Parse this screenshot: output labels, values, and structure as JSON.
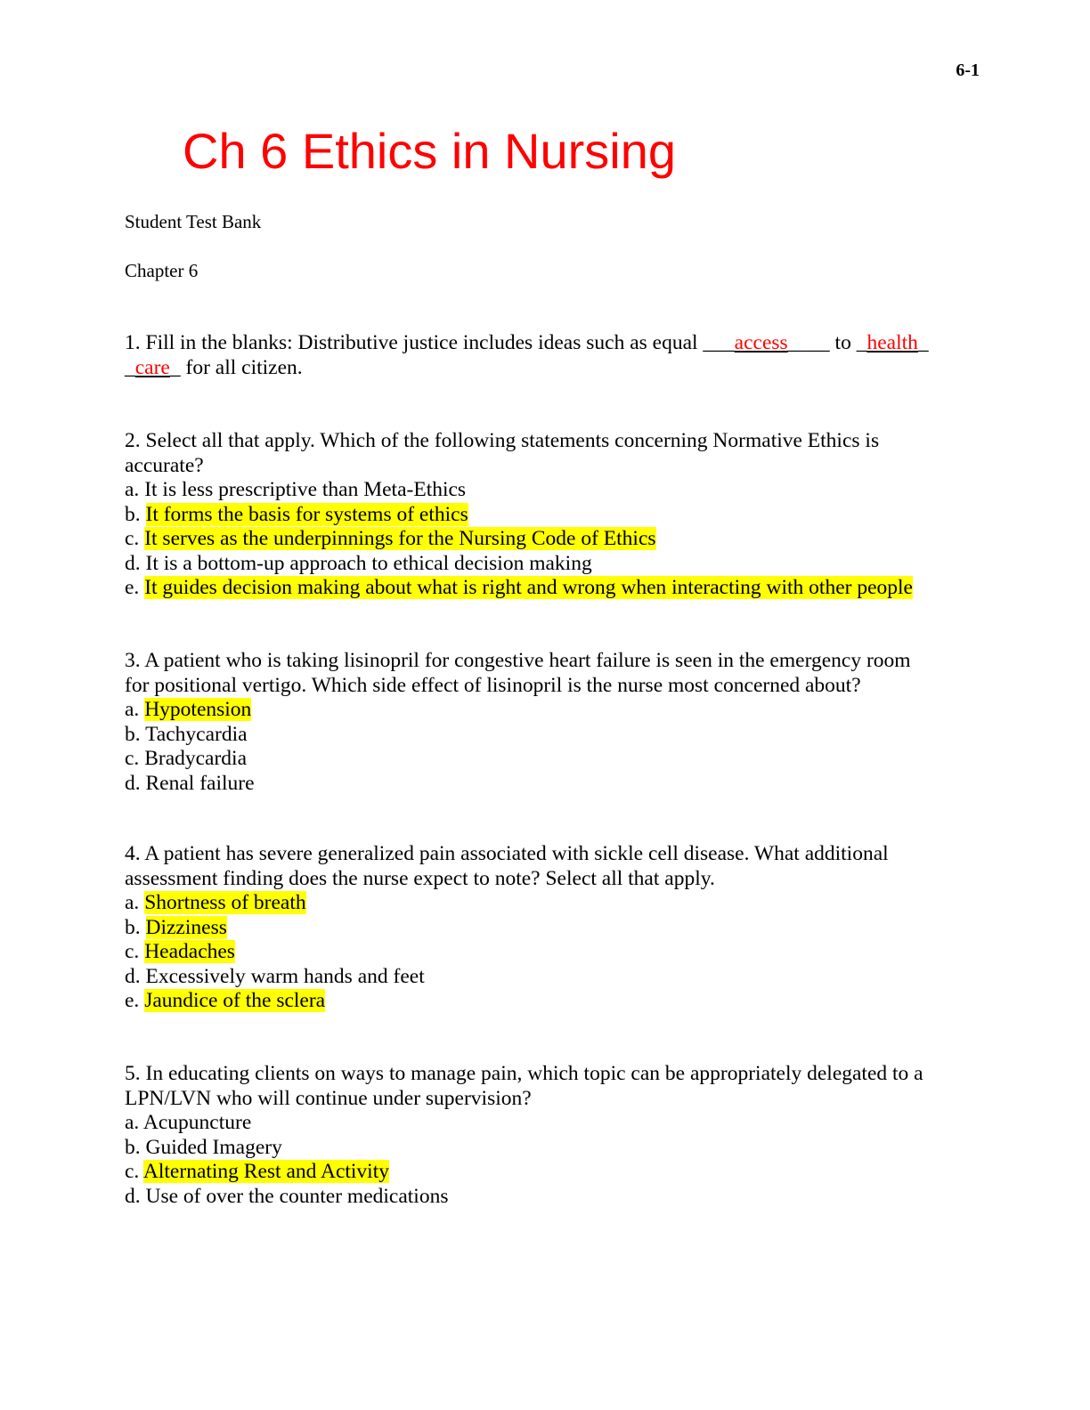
{
  "page": {
    "page_number": "6-1",
    "title": "Ch 6 Ethics in Nursing",
    "title_color": "#ff0000",
    "highlight_color": "#ffff00",
    "answer_color": "#ff0000",
    "subtitle": "Student Test Bank",
    "chapter": "Chapter 6"
  },
  "questions": [
    {
      "number": "1.",
      "stem_part1": "1. Fill in the blanks:  Distributive justice includes ideas such as equal ",
      "blank1_pre": "___",
      "blank1_answer": "access",
      "blank1_post": "____",
      "stem_mid": " to ",
      "blank2_pre": "_",
      "blank2_answer": "health",
      "blank2_post": "_",
      "line2_pre": "_",
      "line2_answer": "care",
      "line2_post": "_",
      "line2_rest": " for all citizen."
    },
    {
      "number": "2.",
      "stem_line1": "2. Select all that apply.  Which of the following statements concerning Normative Ethics is",
      "stem_line2": "accurate?",
      "options": [
        {
          "letter": "a.",
          "text": "It is less prescriptive than Meta-Ethics",
          "highlighted": false
        },
        {
          "letter": "b.",
          "text": "It forms the basis for systems of ethics",
          "highlighted": true
        },
        {
          "letter": "c.",
          "text": "It serves as the underpinnings for the Nursing Code of Ethics",
          "highlighted": true
        },
        {
          "letter": "d.",
          "text": "It is a bottom-up approach to ethical decision making",
          "highlighted": false
        },
        {
          "letter": "e.",
          "text": "It guides decision making about what is right and wrong when interacting with other people",
          "highlighted": true
        }
      ]
    },
    {
      "number": "3.",
      "stem_line1": "3. A patient who is taking lisinopril for congestive heart failure is seen in the emergency room",
      "stem_line2": "for positional vertigo. Which side effect of lisinopril is the nurse most concerned about?",
      "options": [
        {
          "letter": "a.",
          "text": "Hypotension",
          "highlighted": true
        },
        {
          "letter": "b.",
          "text": "Tachycardia",
          "highlighted": false
        },
        {
          "letter": "c.",
          "text": "Bradycardia",
          "highlighted": false
        },
        {
          "letter": "d.",
          "text": "Renal failure",
          "highlighted": false
        }
      ]
    },
    {
      "number": "4.",
      "stem_line1": "4. A patient has severe generalized pain associated with sickle cell disease. What additional",
      "stem_line2": "assessment finding does the nurse expect to note?  Select all that apply.",
      "options": [
        {
          "letter": "a.",
          "text": "Shortness of breath",
          "highlighted": true
        },
        {
          "letter": "b.",
          "text": "Dizziness",
          "highlighted": true
        },
        {
          "letter": "c.",
          "text": "Headaches",
          "highlighted": true
        },
        {
          "letter": "d.",
          "text": "Excessively warm hands and feet",
          "highlighted": false
        },
        {
          "letter": "e.",
          "text": "Jaundice of the sclera",
          "highlighted": true
        }
      ]
    },
    {
      "number": "5.",
      "stem_line1": "5. In educating clients on ways to manage pain, which topic can be appropriately delegated to a",
      "stem_line2": "LPN/LVN who will continue under supervision?",
      "options": [
        {
          "letter": "a.",
          "text": "Acupuncture",
          "highlighted": false
        },
        {
          "letter": "b.",
          "text": "Guided Imagery",
          "highlighted": false
        },
        {
          "letter": "c.",
          "text": "Alternating Rest and Activity",
          "highlighted": true
        },
        {
          "letter": "d.",
          "text": "Use of over the counter medications",
          "highlighted": false
        }
      ]
    }
  ]
}
